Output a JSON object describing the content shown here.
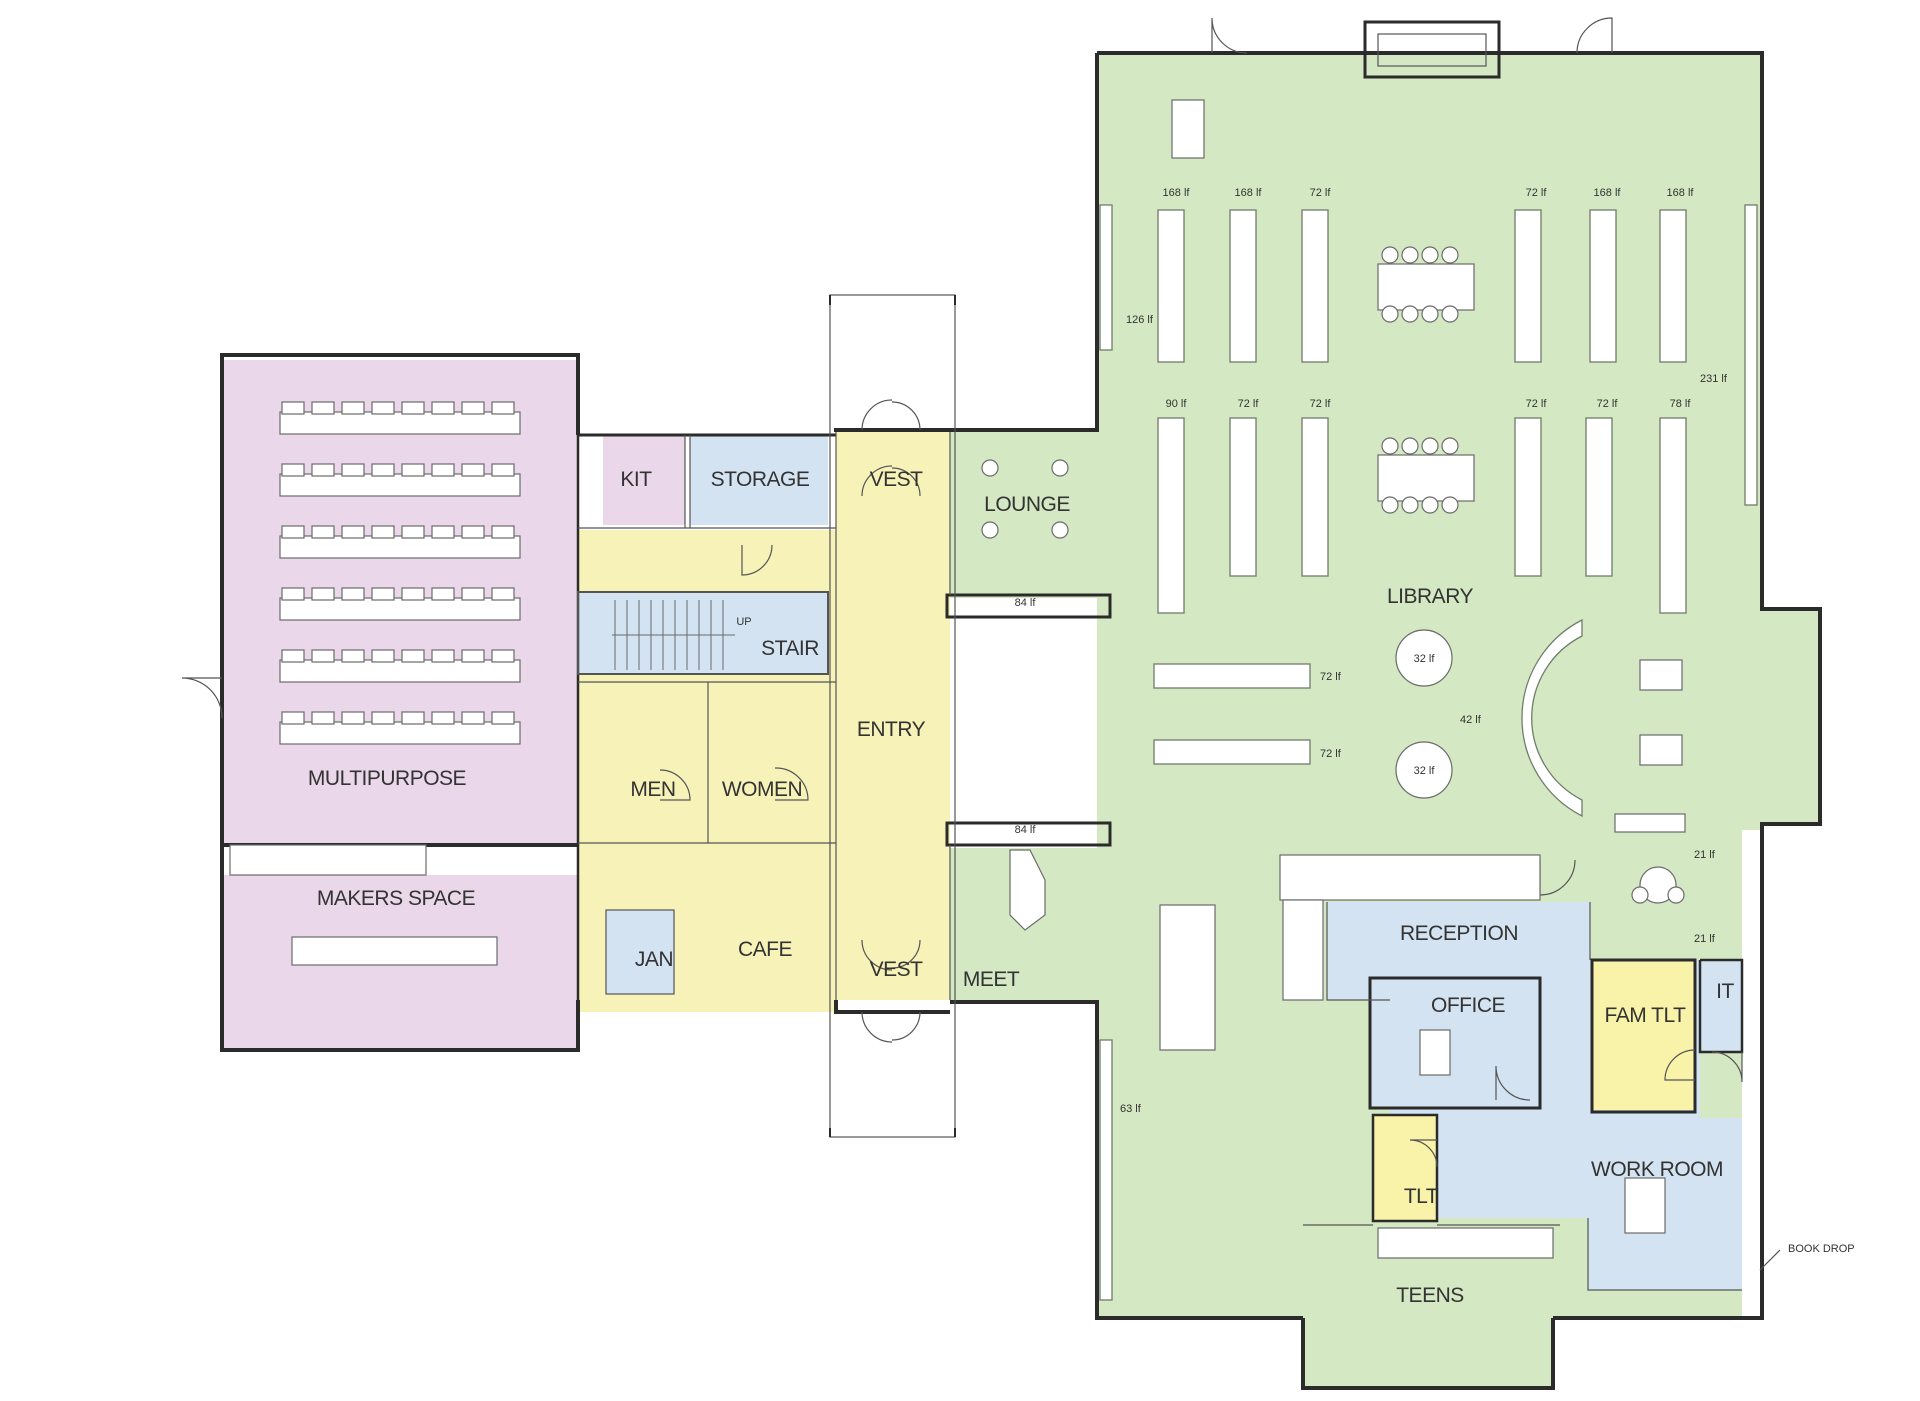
{
  "colors": {
    "library": "#d3e8c3",
    "multipurpose": "#ead7ea",
    "support_blue": "#d3e3f1",
    "circulation_yellow": "#f7f2b8",
    "fam_tlt_yellow": "#f8f3a8",
    "wall": "#2b2b2b"
  },
  "rooms": {
    "multipurpose": "MULTIPURPOSE",
    "makers_space": "MAKERS SPACE",
    "kit": "KIT",
    "storage": "STORAGE",
    "vest_top": "VEST",
    "lounge": "LOUNGE",
    "stair": "STAIR",
    "up": "UP",
    "men": "MEN",
    "women": "WOMEN",
    "entry": "ENTRY",
    "jan": "JAN",
    "cafe": "CAFE",
    "vest_bottom": "VEST",
    "meet": "MEET",
    "library": "LIBRARY",
    "reception": "RECEPTION",
    "office": "OFFICE",
    "fam_tlt": "FAM TLT",
    "it": "IT",
    "tlt": "TLT",
    "work_room": "WORK ROOM",
    "teens": "TEENS"
  },
  "shelving": {
    "top_row": [
      "168 lf",
      "168 lf",
      "72 lf",
      "72 lf",
      "168 lf",
      "168 lf"
    ],
    "mid_row": [
      "90 lf",
      "72 lf",
      "72 lf",
      "72 lf",
      "72 lf",
      "78 lf"
    ],
    "wall_left": "126 lf",
    "wall_right": "231 lf",
    "lounge_edge": "84 lf",
    "meet_edge": "84 lf",
    "horizontal_top": "72 lf",
    "horizontal_bottom": "72 lf",
    "round_top": "32 lf",
    "round_bottom": "32 lf",
    "curve": "42 lf",
    "east_top": "21 lf",
    "east_bottom": "21 lf",
    "wall_lower_left": "63 lf"
  },
  "notes": {
    "book_drop": "BOOK DROP"
  }
}
